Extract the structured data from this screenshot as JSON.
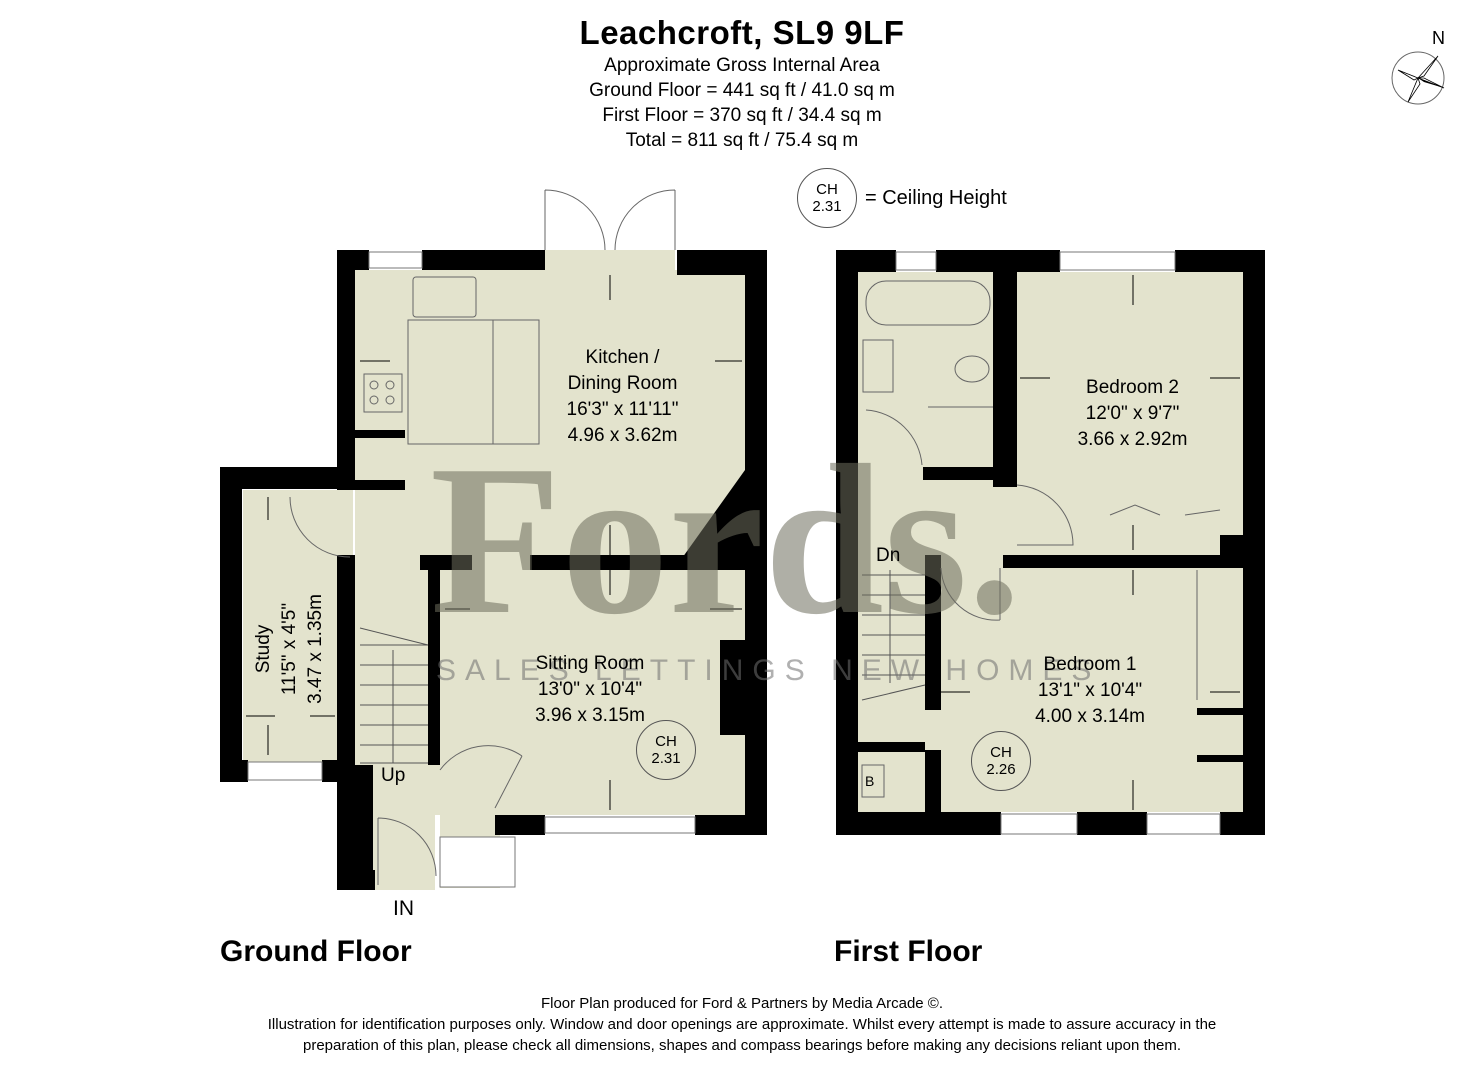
{
  "header": {
    "title": "Leachcroft, SL9 9LF",
    "subtitle": "Approximate Gross Internal Area",
    "ground_area": "Ground Floor = 441 sq ft / 41.0 sq m",
    "first_area": "First Floor = 370 sq ft / 34.4 sq m",
    "total_area": "Total = 811 sq ft / 75.4 sq m"
  },
  "legend": {
    "ch_label": "CH",
    "ch_value": "2.31",
    "text": "= Ceiling Height"
  },
  "compass": {
    "label": "N"
  },
  "colors": {
    "wall": "#000000",
    "floor": "#e3e3cd",
    "watermark": "#9a9a8a"
  },
  "watermark": {
    "brand": "Fords.",
    "tagline": "SALES | LETTINGS | NEW HOMES"
  },
  "ground_floor": {
    "label": "Ground Floor",
    "rooms": [
      {
        "name": "Kitchen /",
        "name2": "Dining Room",
        "imperial": "16'3\" x 11'11\"",
        "metric": "4.96 x 3.62m"
      },
      {
        "name": "Sitting Room",
        "imperial": "13'0\" x 10'4\"",
        "metric": "3.96 x 3.15m",
        "ch": "2.31"
      },
      {
        "name": "Study",
        "imperial": "11'5\" x 4'5\"",
        "metric": "3.47 x 1.35m"
      }
    ],
    "stairs_label": "Up",
    "entrance_label": "IN"
  },
  "first_floor": {
    "label": "First Floor",
    "rooms": [
      {
        "name": "Bedroom 2",
        "imperial": "12'0\" x 9'7\"",
        "metric": "3.66 x 2.92m"
      },
      {
        "name": "Bedroom 1",
        "imperial": "13'1\" x 10'4\"",
        "metric": "4.00 x 3.14m",
        "ch": "2.26"
      }
    ],
    "stairs_label": "Dn",
    "boiler_label": "B"
  },
  "footer": {
    "line1": "Floor Plan produced for Ford & Partners by Media Arcade ©.",
    "line2": "Illustration for identification purposes only. Window and door openings are approximate. Whilst every attempt is made to assure accuracy in the",
    "line3": "preparation of this plan, please check all dimensions, shapes and compass bearings before making any decisions reliant upon them."
  }
}
